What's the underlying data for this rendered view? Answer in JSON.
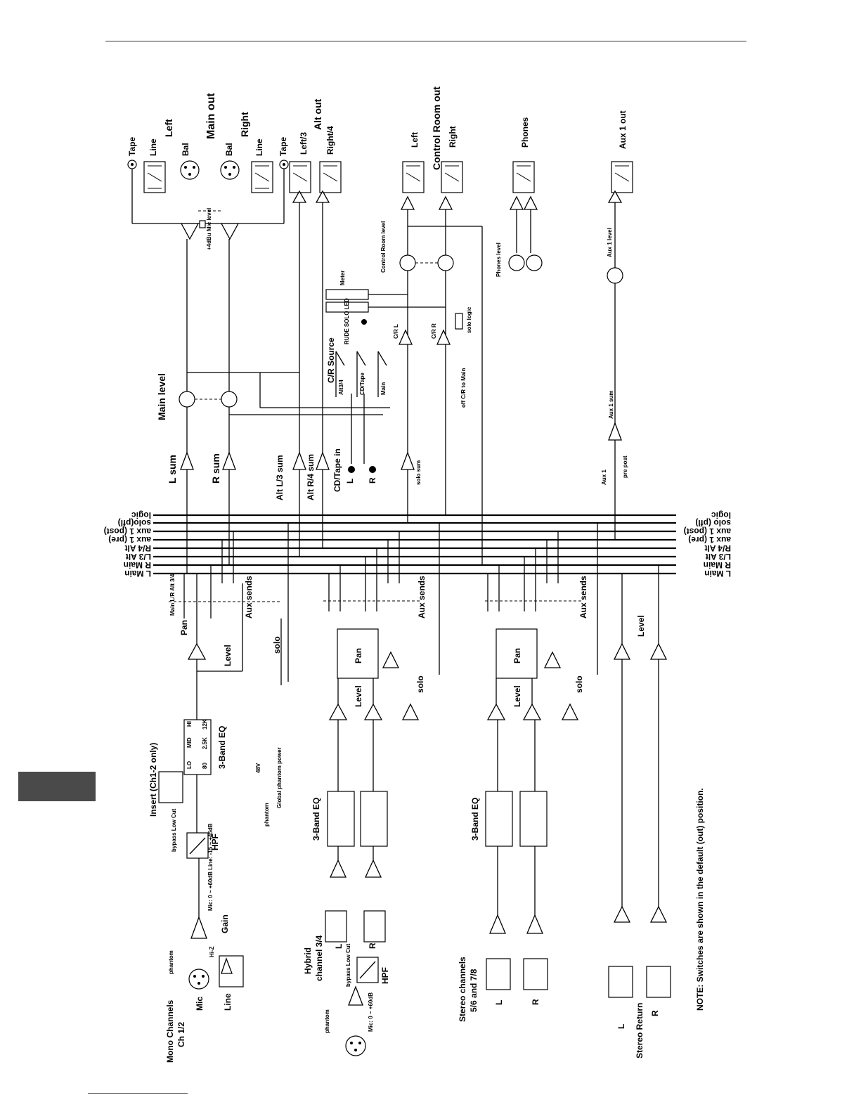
{
  "bus_labels_left": [
    "logic",
    "solo(pfl)",
    "aux 1 (post)",
    "aux 1 (pre)",
    "R/4 Alt",
    "L/3 Alt",
    "R Main",
    "L Main"
  ],
  "bus_labels_right": [
    "logic",
    "solo (pfl)",
    "aux 1 (post)",
    "aux 1 (pre)",
    "R/4 Alt",
    "L/3 Alt",
    "R Main",
    "L Main"
  ],
  "outputs": {
    "main_out": "Main out",
    "left": "Left",
    "right": "Right",
    "tape": "Tape",
    "line": "Line",
    "bal": "Bal",
    "alt_out": "Alt out",
    "alt_left": "Left/3",
    "alt_right": "Right/4",
    "control_room_out": "Control Room out",
    "cr_left": "Left",
    "cr_right": "Right",
    "phones": "Phones",
    "aux1_out": "Aux 1 out"
  },
  "master": {
    "main_level": "Main level",
    "l_sum": "L sum",
    "r_sum": "R sum",
    "alt_l3_sum": "Alt L/3 sum",
    "alt_r4_sum": "Alt R/4 sum",
    "cd_tape_in": "CD/Tape in",
    "cd_l": "L",
    "cd_r": "R",
    "solo_sum": "solo sum",
    "cr_source": "C/R Source",
    "src_alt34": "Alt3/4",
    "src_cdtape": "CD/Tape",
    "src_main": "Main",
    "rude_solo_led": "RUDE SOLO LED",
    "crl": "C/R L",
    "crr": "C/R R",
    "solo_logic": "solo logic",
    "meter": "Meter",
    "control_room_level": "Control Room level",
    "phones_level": "Phones level",
    "aux1_level": "Aux 1 level",
    "aux1_sum": "Aux 1 sum",
    "aux1": "Aux 1",
    "pre_post": "pre post",
    "off_cr_to_main": "off C/R to Main",
    "mic_mute_level": "+4dBu Mic level"
  },
  "mono": {
    "title": "Mono Channels",
    "sub": "Ch 1/2",
    "mic": "Mic",
    "line": "Line",
    "phantom": "phantom",
    "hiz": "Hi-Z",
    "gain": "Gain",
    "gain_range": "Mic: 0 ~ +60dB Line: -15 ~ +45dB",
    "bypass_lowcut": "bypass Low Cut",
    "hpf": "HPF",
    "insert": "Insert (Ch1-2 only)",
    "eq": "3-Band EQ",
    "eq_lo": "LO",
    "eq_mid": "MID",
    "eq_hi": "HI",
    "eq_f1": "80",
    "eq_f2": "2.5K",
    "eq_f3": "12K",
    "level": "Level",
    "pan": "Pan",
    "main_alt": "Main L/R Alt 3/4",
    "aux_sends": "Aux sends",
    "solo": "solo",
    "v48": "48V",
    "global_phantom": "Global phantom power"
  },
  "hybrid": {
    "title": "Hybrid",
    "sub": "channel 3/4",
    "l": "L",
    "r": "R",
    "phantom": "phantom",
    "bypass_lowcut": "bypass Low Cut",
    "hpf": "HPF",
    "gain_range": "Mic: 0 ~ +60dB",
    "eq": "3-Band EQ",
    "level": "Level",
    "pan": "Pan",
    "aux_sends": "Aux sends",
    "solo": "solo"
  },
  "stereo": {
    "title": "Stereo channels",
    "sub": "5/6 and 7/8",
    "l": "L",
    "r": "R",
    "eq": "3-Band EQ",
    "level": "Level",
    "pan": "Pan",
    "aux_sends": "Aux sends",
    "solo": "solo"
  },
  "stereo_return": {
    "title": "Stereo Return",
    "l": "L",
    "r": "R",
    "level": "Level"
  },
  "note": "NOTE: Switches are shown in the default (out) position."
}
